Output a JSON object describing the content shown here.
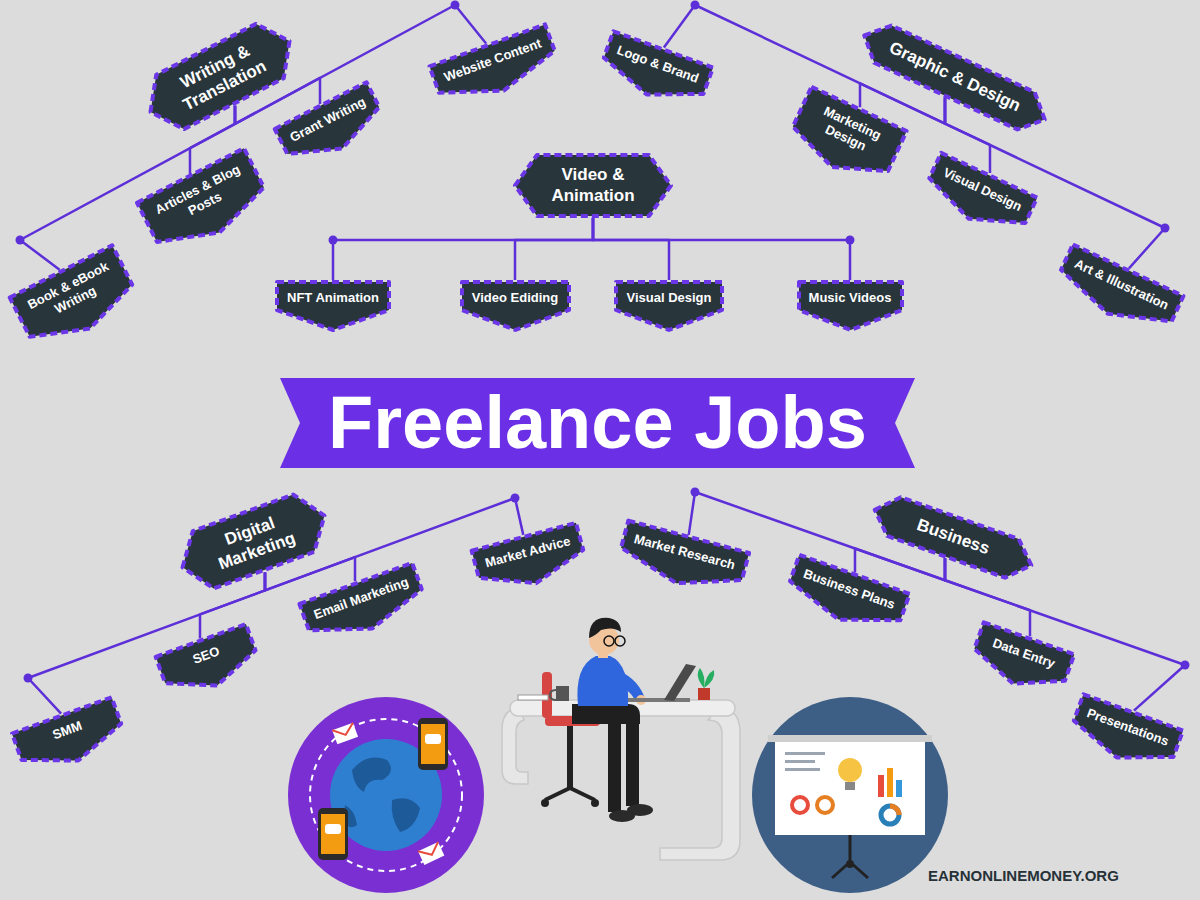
{
  "diagram": {
    "title": "Freelance Jobs",
    "nodes": [
      {
        "text": [
          "Writing & Translation"
        ]
      },
      {
        "text": [
          "Book & eBook Writing"
        ]
      },
      {
        "text": [
          "Articles & Blog Posts"
        ]
      },
      {
        "text": [
          "Grant Writing"
        ]
      },
      {
        "text": [
          "Website Content"
        ]
      },
      {
        "text": [
          "Graphic & Design"
        ]
      },
      {
        "text": [
          "Logo & Brand"
        ]
      },
      {
        "text": [
          "Marketing Design"
        ]
      },
      {
        "text": [
          "Visual Design"
        ]
      },
      {
        "text": [
          "Art & Illustration"
        ]
      },
      {
        "text": [
          "Video & Animation"
        ]
      },
      {
        "text": [
          "NFT Animation"
        ]
      },
      {
        "text": [
          "Video Ediding"
        ]
      },
      {
        "text": [
          "Visual Design"
        ]
      },
      {
        "text": [
          "Music Videos"
        ]
      },
      {
        "text": [
          "Digital Marketing"
        ]
      },
      {
        "text": [
          "SMM"
        ]
      },
      {
        "text": [
          "SEO"
        ]
      },
      {
        "text": [
          "Email Marketing"
        ]
      },
      {
        "text": [
          "Market Advice"
        ]
      },
      {
        "text": [
          "Business"
        ]
      },
      {
        "text": [
          "Market Research"
        ]
      },
      {
        "text": [
          "Business Plans"
        ]
      },
      {
        "text": [
          "Data Entry"
        ]
      },
      {
        "text": [
          "Presentations"
        ]
      }
    ],
    "edges": [
      {
        "from": 0,
        "to": 1,
        "arrow": "none"
      },
      {
        "from": 0,
        "to": 2,
        "arrow": "none"
      },
      {
        "from": 0,
        "to": 3,
        "arrow": "none"
      },
      {
        "from": 0,
        "to": 4,
        "arrow": "none"
      },
      {
        "from": 5,
        "to": 6,
        "arrow": "none"
      },
      {
        "from": 5,
        "to": 7,
        "arrow": "none"
      },
      {
        "from": 5,
        "to": 8,
        "arrow": "none"
      },
      {
        "from": 5,
        "to": 9,
        "arrow": "none"
      },
      {
        "from": 10,
        "to": 11,
        "arrow": "none"
      },
      {
        "from": 10,
        "to": 12,
        "arrow": "none"
      },
      {
        "from": 10,
        "to": 13,
        "arrow": "none"
      },
      {
        "from": 10,
        "to": 14,
        "arrow": "none"
      },
      {
        "from": 15,
        "to": 16,
        "arrow": "none"
      },
      {
        "from": 15,
        "to": 17,
        "arrow": "none"
      },
      {
        "from": 15,
        "to": 18,
        "arrow": "none"
      },
      {
        "from": 15,
        "to": 19,
        "arrow": "none"
      },
      {
        "from": 20,
        "to": 21,
        "arrow": "none"
      },
      {
        "from": 20,
        "to": 22,
        "arrow": "none"
      },
      {
        "from": 20,
        "to": 23,
        "arrow": "none"
      },
      {
        "from": 20,
        "to": 24,
        "arrow": "none"
      }
    ],
    "labels": [
      "EARNONLINEMONEY.ORG"
    ]
  }
}
